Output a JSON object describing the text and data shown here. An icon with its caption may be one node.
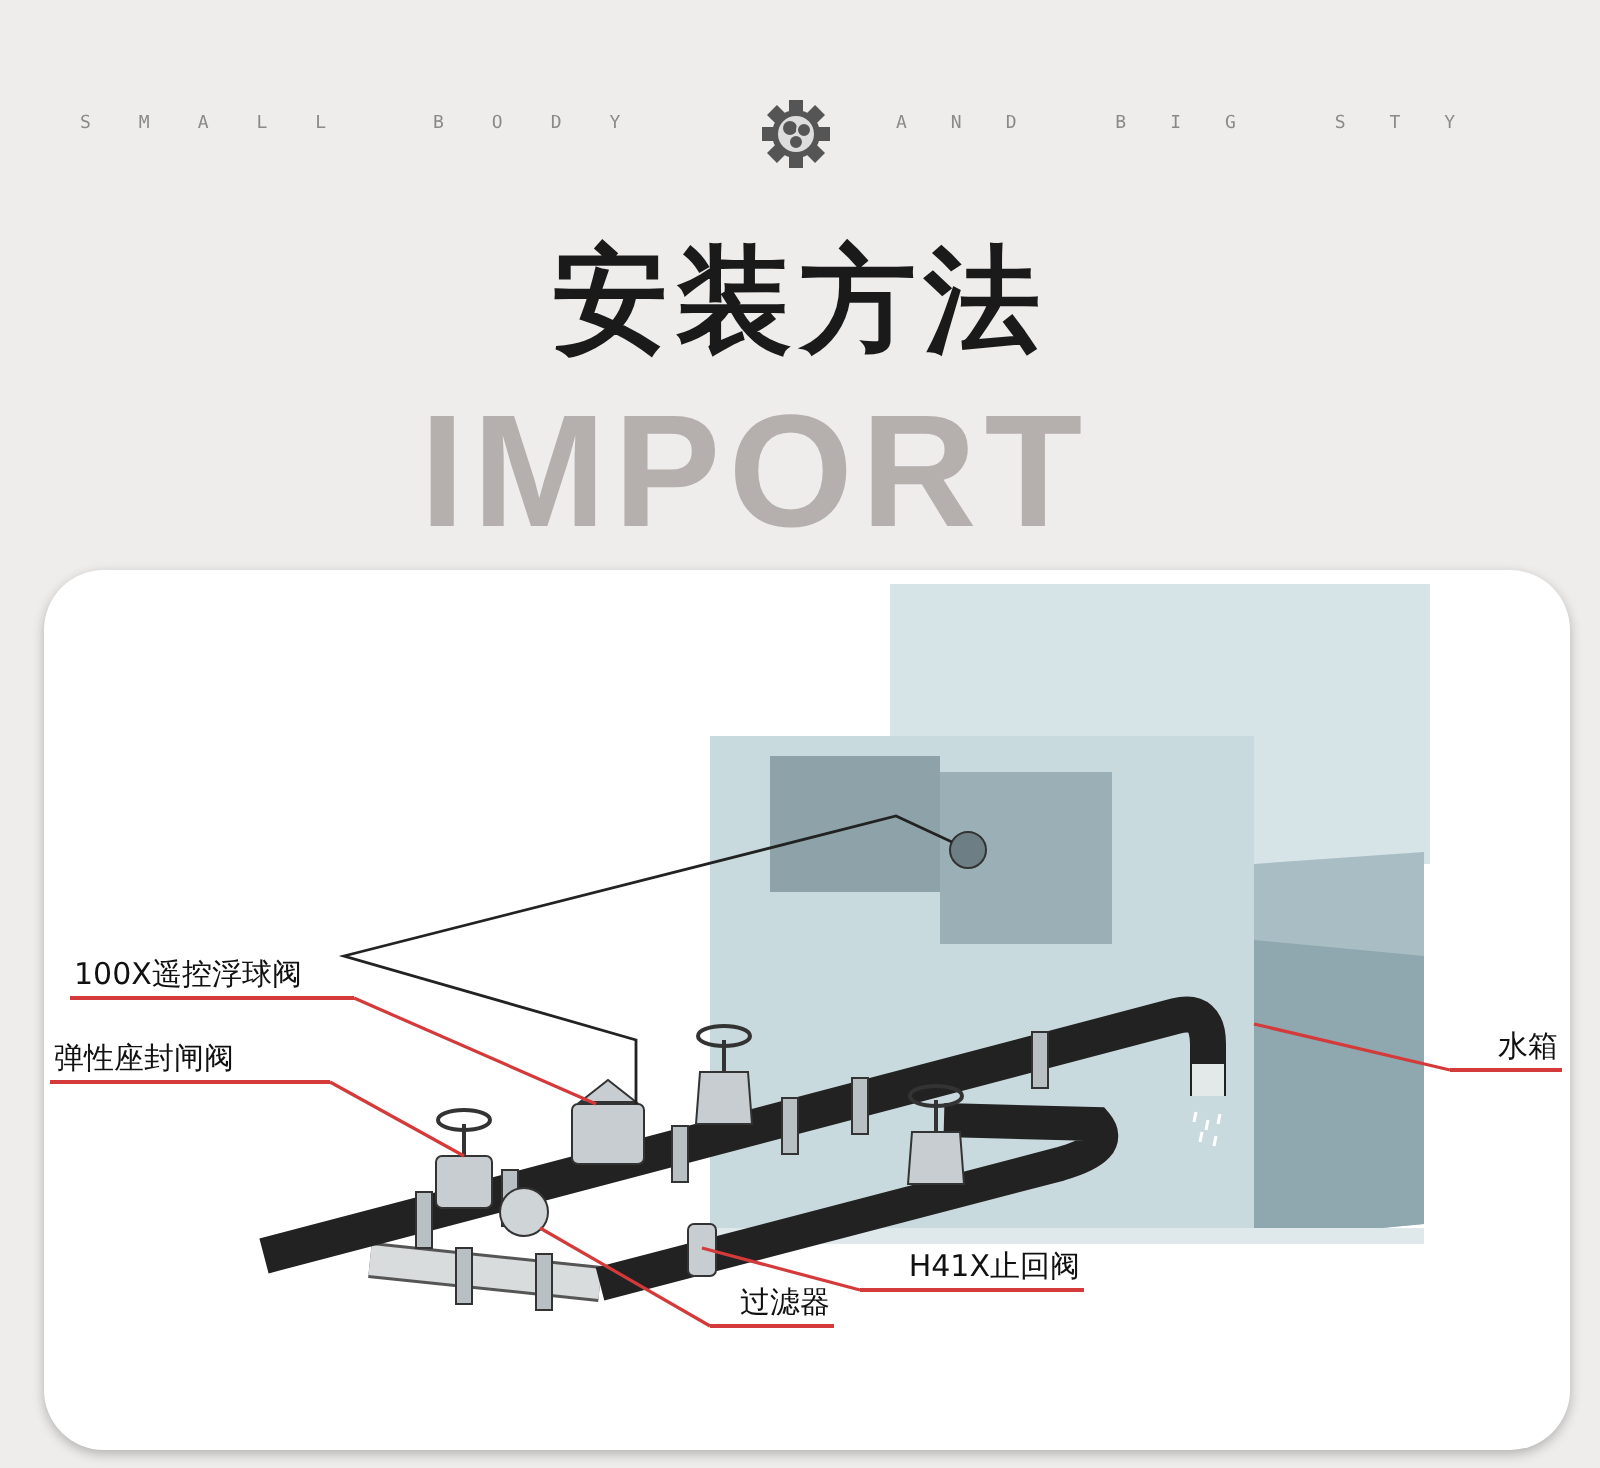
{
  "diagram": {
    "title": "安装方法",
    "nodes": [
      {
        "text": [
          "100X遥控浮球阀"
        ]
      },
      {
        "text": [
          "弹性座封闸阀"
        ]
      },
      {
        "text": [
          "水箱"
        ]
      },
      {
        "text": [
          "H41X止回阀"
        ]
      },
      {
        "text": [
          "过滤器"
        ]
      },
      {
        "text": [],
        "shape": "box"
      },
      {
        "text": [],
        "shape": "box"
      },
      {
        "text": [],
        "shape": "picture"
      },
      {
        "text": [],
        "shape": "box"
      },
      {
        "text": [],
        "shape": "circle"
      }
    ],
    "edges": [
      {
        "from": 0,
        "to": 5,
        "arrow": "none"
      },
      {
        "from": 1,
        "to": 6,
        "arrow": "none"
      },
      {
        "from": 2,
        "to": 7,
        "arrow": "none"
      },
      {
        "from": 3,
        "to": 8,
        "arrow": "none"
      },
      {
        "from": 4,
        "to": 9,
        "arrow": "none"
      },
      {
        "from": 5,
        "to": 7,
        "arrow": "none",
        "color": "#222222"
      }
    ],
    "labels": [
      "SMALL BODY",
      "AND BIG STY",
      "IMPORT"
    ]
  }
}
